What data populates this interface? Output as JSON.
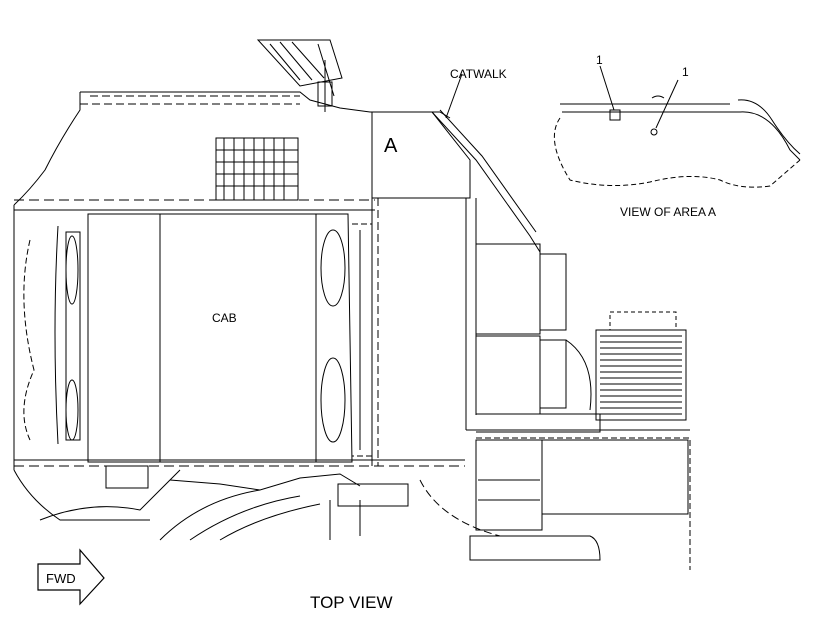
{
  "labels": {
    "catwalk": "CATWALK",
    "area_marker": "A",
    "callout_1a": "1",
    "callout_1b": "1",
    "view_caption": "VIEW OF AREA  A",
    "cab": "CAB",
    "fwd": "FWD",
    "view_title": "TOP VIEW"
  },
  "colors": {
    "line": "#000000",
    "background": "#ffffff"
  }
}
